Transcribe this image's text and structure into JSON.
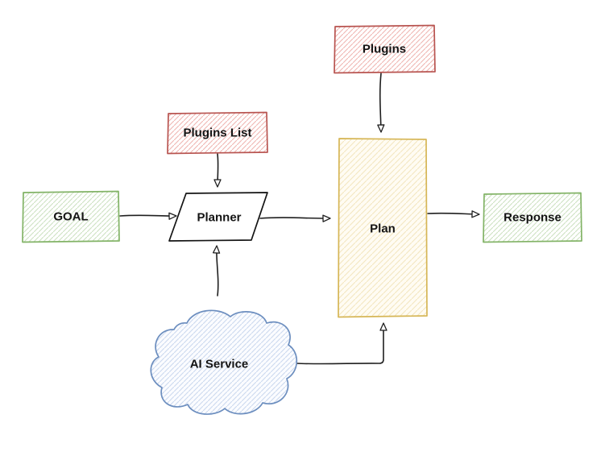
{
  "diagram": {
    "nodes": {
      "plugins": {
        "label": "Plugins"
      },
      "plugins_list": {
        "label": "Plugins List"
      },
      "goal": {
        "label": "GOAL"
      },
      "planner": {
        "label": "Planner"
      },
      "plan": {
        "label": "Plan"
      },
      "response": {
        "label": "Response"
      },
      "ai_service": {
        "label": "AI Service"
      }
    },
    "edges": [
      {
        "from": "GOAL",
        "to": "Planner"
      },
      {
        "from": "Plugins List",
        "to": "Planner"
      },
      {
        "from": "AI Service",
        "to": "Planner"
      },
      {
        "from": "Planner",
        "to": "Plan"
      },
      {
        "from": "Plugins",
        "to": "Plan"
      },
      {
        "from": "AI Service",
        "to": "Plan"
      },
      {
        "from": "Plan",
        "to": "Response"
      }
    ],
    "colors": {
      "background": "#ffffff",
      "red_border": "#b85450",
      "red_hatch": "#f0b6b2",
      "green_border": "#82b366",
      "green_hatch": "#cde2c2",
      "yellow_border": "#d6b656",
      "yellow_hatch": "#f3e6c0",
      "yellow_base": "#fffcf3",
      "blue_border": "#6c8ebf",
      "blue_hatch": "#ccd9ee",
      "blue_base": "#fbfcff",
      "edge_stroke": "#1f1f1f",
      "planner_border": "#141414",
      "label_text": "#141414"
    }
  }
}
